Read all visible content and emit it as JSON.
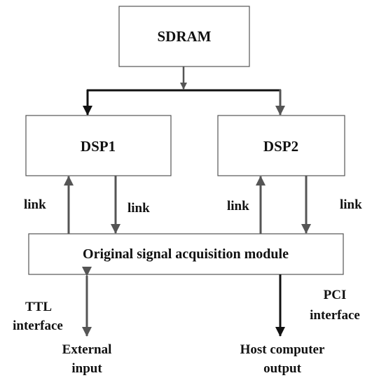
{
  "nodes": {
    "sdram": "SDRAM",
    "dsp1": "DSP1",
    "dsp2": "DSP2",
    "acquisition": "Original signal acquisition module"
  },
  "links": {
    "dsp1_up": "link",
    "dsp1_down": "link",
    "dsp2_up": "link",
    "dsp2_down": "link"
  },
  "interfaces": {
    "ttl_line1": "TTL",
    "ttl_line2": "interface",
    "pci_line1": "PCI",
    "pci_line2": "interface"
  },
  "endpoints": {
    "external_line1": "External",
    "external_line2": "input",
    "host_line1": "Host computer",
    "host_line2": "output"
  },
  "colors": {
    "stroke": "#555555",
    "arrow_dark": "#111111"
  }
}
